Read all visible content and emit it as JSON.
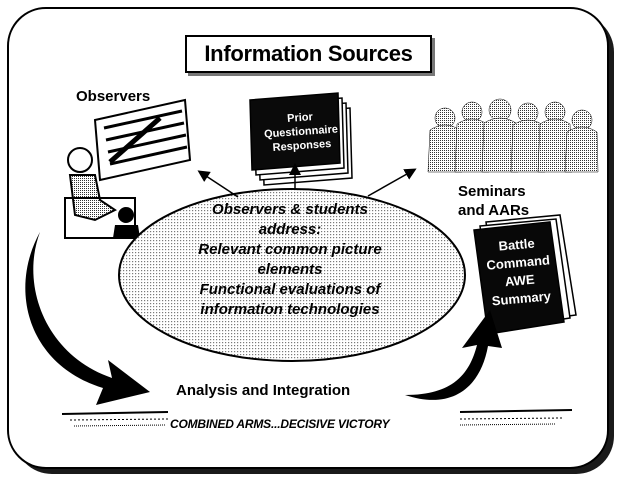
{
  "title": "Information Sources",
  "sources": {
    "observers": "Observers",
    "questionnaire": [
      "Prior",
      "Questionnaire",
      "Responses"
    ],
    "seminars": [
      "Seminars",
      "and AARs"
    ]
  },
  "center": {
    "lines": [
      "Observers & students",
      "address:",
      "Relevant common picture",
      "elements",
      "Functional evaluations of",
      "information technologies"
    ]
  },
  "book": [
    "Battle",
    "Command",
    "AWE",
    "Summary"
  ],
  "process_label": "Analysis and Integration",
  "slogan": "COMBINED ARMS...DECISIVE VICTORY",
  "colors": {
    "ink": "#000000",
    "paper": "#ffffff",
    "shade": "#cfcfcf"
  }
}
